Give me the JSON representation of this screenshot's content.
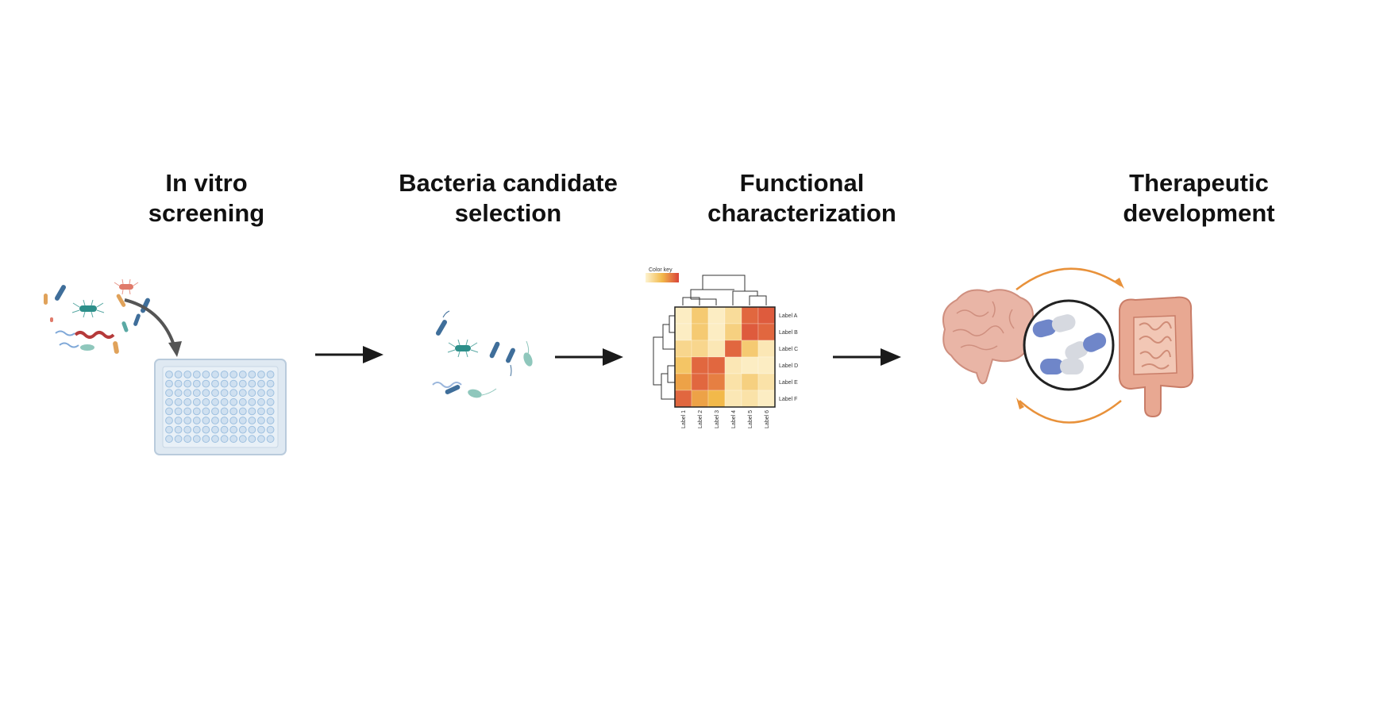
{
  "steps": [
    {
      "title_line1": "In vitro",
      "title_line2": "screening"
    },
    {
      "title_line1": "Bacteria candidate",
      "title_line2": "selection"
    },
    {
      "title_line1": "Functional",
      "title_line2": "characterization"
    },
    {
      "title_line1": "Therapeutic",
      "title_line2": "development"
    }
  ],
  "heatmap": {
    "color_key_label": "Color key",
    "row_labels": [
      "Label A",
      "Label B",
      "Label C",
      "Label D",
      "Label E",
      "Label F"
    ],
    "col_labels": [
      "Label 1",
      "Label 2",
      "Label 3",
      "Label 4",
      "Label 5",
      "Label 6"
    ],
    "values": [
      [
        0.05,
        0.35,
        0.05,
        0.2,
        0.85,
        0.9
      ],
      [
        0.05,
        0.35,
        0.05,
        0.3,
        0.9,
        0.85
      ],
      [
        0.25,
        0.25,
        0.1,
        0.85,
        0.35,
        0.1
      ],
      [
        0.4,
        0.85,
        0.85,
        0.1,
        0.05,
        0.05
      ],
      [
        0.6,
        0.85,
        0.75,
        0.15,
        0.3,
        0.15
      ],
      [
        0.85,
        0.6,
        0.5,
        0.1,
        0.15,
        0.05
      ]
    ]
  },
  "colors": {
    "arrow": "#1a1a1a",
    "cycle_arrow": "#e8913a",
    "heat_low": "#fdf3d0",
    "heat_high": "#d9443a",
    "capsule_blue": "#6f86c9",
    "brain": "#e9b5a6",
    "intestine": "#e8a892"
  }
}
